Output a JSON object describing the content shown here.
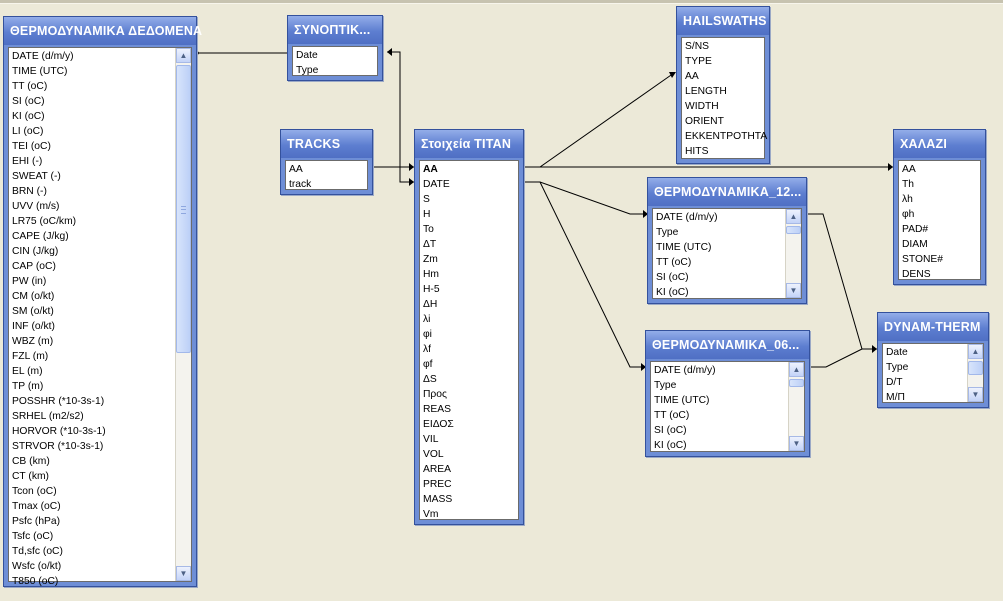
{
  "tables": {
    "thermo": {
      "title": "ΘΕΡΜΟΔΥΝΑΜΙΚΑ ΔΕΔΟΜΕΝΑ",
      "fields": [
        "DATE (d/m/y)",
        "TIME (UTC)",
        "TT (oC)",
        "SI (oC)",
        "KI (oC)",
        "LI (oC)",
        "TEI (oC)",
        "EHI   (-)",
        "SWEAT (-)",
        "BRN   (-)",
        "UVV (m/s)",
        "LR75 (oC/km)",
        "CAPE (J/kg)",
        "CIN (J/kg)",
        "CAP (oC)",
        "PW (in)",
        "CM     (o/kt)",
        "SM     (o/kt)",
        "INF     (o/kt)",
        "WBZ (m)",
        "FZL (m)",
        "EL     (m)",
        "TP       (m)",
        "POSSHR (*10-3s-1)",
        "SRHEL (m2/s2)",
        "HORVOR (*10-3s-1)",
        "STRVOR (*10-3s-1)",
        "CB (km)",
        "CT (km)",
        "Tcon (oC)",
        "Tmax (oC)",
        "Psfc (hPa)",
        "Tsfc (oC)",
        "Td,sfc (oC)",
        "Wsfc (o/kt)",
        "T850 (oC)"
      ]
    },
    "synoptic": {
      "title": "ΣΥΝΟΠΤΙΚ...",
      "fields": [
        "Date",
        "Type"
      ]
    },
    "tracks": {
      "title": "TRACKS",
      "fields": [
        "AA",
        "track"
      ]
    },
    "titan": {
      "title": "Στοιχεία TITAN",
      "fields": [
        "AA",
        "DATE",
        "S",
        "H",
        "To",
        "ΔT",
        "Zm",
        "Hm",
        "H-5",
        "ΔH",
        "λi",
        "φi",
        "λf",
        "φf",
        "ΔS",
        "Προς",
        "REAS",
        "ΕΙΔΟΣ",
        "VIL",
        "VOL",
        "AREA",
        "PREC",
        "MASS",
        "Vm"
      ]
    },
    "hailswaths": {
      "title": "HAILSWATHS",
      "fields": [
        "S/NS",
        "TYPE",
        "AA",
        "LENGTH",
        "WIDTH",
        "ORIENT",
        "ΕΚΚΕΝΤΡΟΤΗΤΑ",
        "HITS"
      ]
    },
    "xalazi": {
      "title": "ΧΑΛΑΖΙ",
      "fields": [
        "AA",
        "Th",
        "λh",
        "φh",
        "PAD#",
        "DIAM",
        "STONE#",
        "DENS"
      ]
    },
    "thermo12": {
      "title": "ΘΕΡΜΟΔΥΝΑΜΙΚΑ_12...",
      "fields": [
        "DATE (d/m/y)",
        "Type",
        "TIME (UTC)",
        "TT (oC)",
        "SI (oC)",
        "KI (oC)"
      ]
    },
    "thermo06": {
      "title": "ΘΕΡΜΟΔΥΝΑΜΙΚΑ_06...",
      "fields": [
        "DATE (d/m/y)",
        "Type",
        "TIME (UTC)",
        "TT (oC)",
        "SI (oC)",
        "KI (oC)"
      ]
    },
    "dynam": {
      "title": "DYNAM-THERM",
      "fields": [
        "Date",
        "Type",
        "D/T",
        "Μ/Π"
      ]
    }
  },
  "colors": {
    "title_bar": "#5d7ed0",
    "background": "#ece9d8",
    "relation_line": "#000000"
  },
  "icons": {
    "scroll_up": "▲",
    "scroll_down": "▼"
  }
}
